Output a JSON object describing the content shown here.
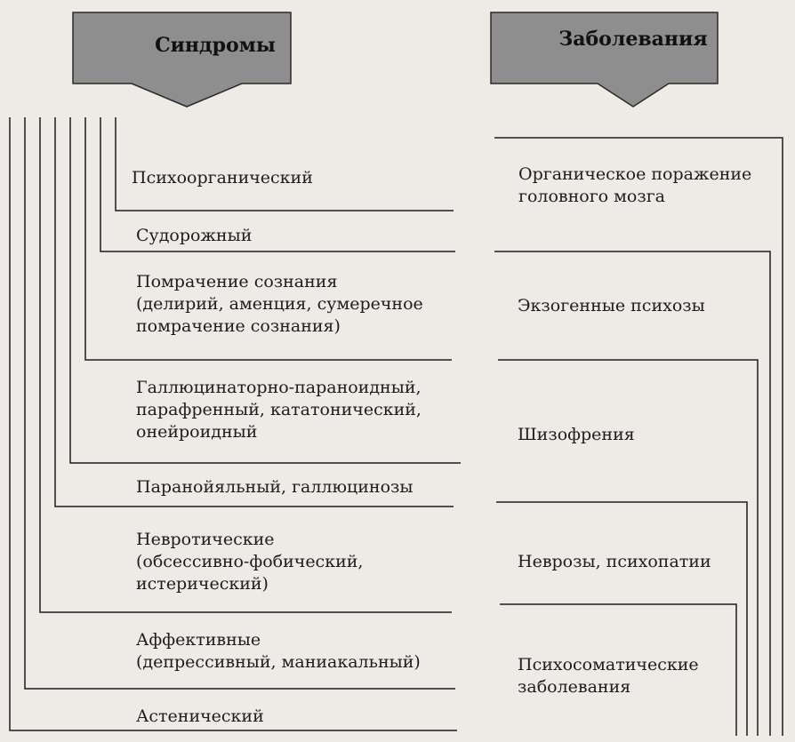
{
  "headers": {
    "syndromes": "Синдромы",
    "diseases": "Заболевания"
  },
  "syndromes": [
    [
      "Психоорганический"
    ],
    [
      "Судорожный"
    ],
    [
      "Помрачение сознания",
      "(делирий, аменция, сумеречное",
      "помрачение сознания)"
    ],
    [
      "Галлюцинаторно-параноидный,",
      "парафренный, кататонический,",
      "онейроидный"
    ],
    [
      "Паранойяльный, галлюцинозы"
    ],
    [
      "Невротические",
      "(обсессивно-фобический,",
      "истерический)"
    ],
    [
      "Аффективные",
      "(депрессивный, маниакальный)"
    ],
    [
      "Астенический"
    ]
  ],
  "diseases": [
    [
      "Органическое поражение",
      "головного мозга"
    ],
    [
      "Экзогенные психозы"
    ],
    [
      "Шизофрения"
    ],
    [
      "Неврозы, психопатии"
    ],
    [
      "Психосоматические",
      "заболевания"
    ]
  ]
}
